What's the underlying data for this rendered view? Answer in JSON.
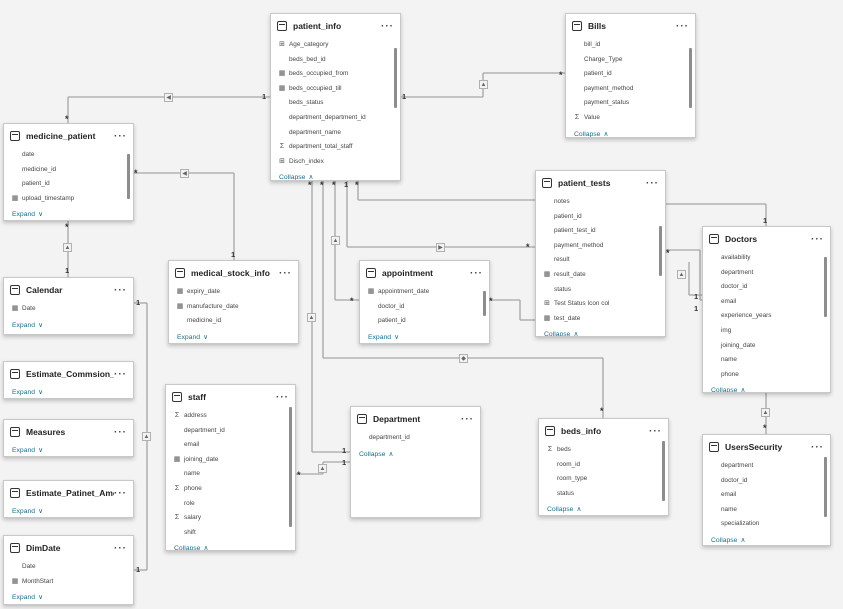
{
  "tables": [
    {
      "id": "patient_info",
      "title": "patient_info",
      "fields": [
        {
          "icon": "calc",
          "name": "Age_category"
        },
        {
          "icon": "",
          "name": "beds_bed_id"
        },
        {
          "icon": "calendar",
          "name": "beds_occupied_from"
        },
        {
          "icon": "calendar",
          "name": "beds_occupied_till"
        },
        {
          "icon": "",
          "name": "beds_status"
        },
        {
          "icon": "",
          "name": "department_department_id"
        },
        {
          "icon": "",
          "name": "department_name"
        },
        {
          "icon": "sigma",
          "name": "department_total_staff"
        },
        {
          "icon": "calc",
          "name": "Disch_index"
        }
      ],
      "footer": "Collapse",
      "footer_chev": "^"
    },
    {
      "id": "bills",
      "title": "Bills",
      "fields": [
        {
          "icon": "",
          "name": "bill_id"
        },
        {
          "icon": "",
          "name": "Charge_Type"
        },
        {
          "icon": "",
          "name": "patient_id"
        },
        {
          "icon": "",
          "name": "payment_method"
        },
        {
          "icon": "",
          "name": "payment_status"
        },
        {
          "icon": "sigma",
          "name": "Value"
        }
      ],
      "footer": "Collapse",
      "footer_chev": "^"
    },
    {
      "id": "medicine_patient",
      "title": "medicine_patient",
      "fields": [
        {
          "icon": "",
          "name": "date"
        },
        {
          "icon": "",
          "name": "medicine_id"
        },
        {
          "icon": "",
          "name": "patient_id"
        },
        {
          "icon": "calendar",
          "name": "upload_timestamp"
        }
      ],
      "footer": "Expand",
      "footer_chev": "v"
    },
    {
      "id": "patient_tests",
      "title": "patient_tests",
      "fields": [
        {
          "icon": "",
          "name": "notes"
        },
        {
          "icon": "",
          "name": "patient_id"
        },
        {
          "icon": "",
          "name": "patient_test_id"
        },
        {
          "icon": "",
          "name": "payment_method"
        },
        {
          "icon": "",
          "name": "result"
        },
        {
          "icon": "calendar",
          "name": "result_date"
        },
        {
          "icon": "",
          "name": "status"
        },
        {
          "icon": "calc",
          "name": "Test Status Icon col"
        },
        {
          "icon": "calendar",
          "name": "test_date"
        }
      ],
      "footer": "Collapse",
      "footer_chev": "^"
    },
    {
      "id": "doctors",
      "title": "Doctors",
      "fields": [
        {
          "icon": "",
          "name": "availability"
        },
        {
          "icon": "",
          "name": "department"
        },
        {
          "icon": "",
          "name": "doctor_id"
        },
        {
          "icon": "",
          "name": "email"
        },
        {
          "icon": "",
          "name": "experience_years"
        },
        {
          "icon": "",
          "name": "img"
        },
        {
          "icon": "",
          "name": "joining_date"
        },
        {
          "icon": "",
          "name": "name"
        },
        {
          "icon": "",
          "name": "phone"
        }
      ],
      "footer": "Collapse",
      "footer_chev": "^"
    },
    {
      "id": "calendar",
      "title": "Calendar",
      "fields": [
        {
          "icon": "calendar",
          "name": "Date"
        }
      ],
      "footer": "Expand",
      "footer_chev": "v"
    },
    {
      "id": "medical_stock_info",
      "title": "medical_stock_info",
      "fields": [
        {
          "icon": "calendar",
          "name": "expiry_date"
        },
        {
          "icon": "calendar",
          "name": "manufacture_date"
        },
        {
          "icon": "",
          "name": "medicine_id"
        }
      ],
      "footer": "Expand",
      "footer_chev": "v"
    },
    {
      "id": "appointment",
      "title": "appointment",
      "fields": [
        {
          "icon": "calendar",
          "name": "appointment_date"
        },
        {
          "icon": "",
          "name": "doctor_id"
        },
        {
          "icon": "",
          "name": "patient_id"
        }
      ],
      "footer": "Expand",
      "footer_chev": "v"
    },
    {
      "id": "estimate_commsion_rate",
      "title": "Estimate_Commsion_Rate",
      "fields": [],
      "footer": "Expand",
      "footer_chev": "v"
    },
    {
      "id": "measures",
      "title": "Measures",
      "fields": [],
      "footer": "Expand",
      "footer_chev": "v"
    },
    {
      "id": "staff",
      "title": "staff",
      "fields": [
        {
          "icon": "sigma",
          "name": "address"
        },
        {
          "icon": "",
          "name": "department_id"
        },
        {
          "icon": "",
          "name": "email"
        },
        {
          "icon": "calendar",
          "name": "joining_date"
        },
        {
          "icon": "",
          "name": "name"
        },
        {
          "icon": "sigma",
          "name": "phone"
        },
        {
          "icon": "",
          "name": "role"
        },
        {
          "icon": "sigma",
          "name": "salary"
        },
        {
          "icon": "",
          "name": "shift"
        }
      ],
      "footer": "Collapse",
      "footer_chev": "^"
    },
    {
      "id": "department",
      "title": "Department",
      "fields": [
        {
          "icon": "",
          "name": "department_id"
        }
      ],
      "footer": "Collapse",
      "footer_chev": "^"
    },
    {
      "id": "beds_info",
      "title": "beds_info",
      "fields": [
        {
          "icon": "sigma",
          "name": "beds"
        },
        {
          "icon": "",
          "name": "room_id"
        },
        {
          "icon": "",
          "name": "room_type"
        },
        {
          "icon": "",
          "name": "status"
        }
      ],
      "footer": "Collapse",
      "footer_chev": "^"
    },
    {
      "id": "users_security",
      "title": "UsersSecurity",
      "fields": [
        {
          "icon": "",
          "name": "department"
        },
        {
          "icon": "",
          "name": "doctor_id"
        },
        {
          "icon": "",
          "name": "email"
        },
        {
          "icon": "",
          "name": "name"
        },
        {
          "icon": "",
          "name": "specialization"
        }
      ],
      "footer": "Collapse",
      "footer_chev": "^"
    },
    {
      "id": "estimate_patinet_amount",
      "title": "Estimate_Patinet_Amount",
      "fields": [],
      "footer": "Expand",
      "footer_chev": "v"
    },
    {
      "id": "dimdate",
      "title": "DimDate",
      "fields": [
        {
          "icon": "",
          "name": "Date"
        },
        {
          "icon": "calendar",
          "name": "MonthStart"
        }
      ],
      "footer": "Expand",
      "footer_chev": "v"
    }
  ],
  "cardinality": {
    "one": "1",
    "many": "*"
  },
  "icons": {
    "calc": "calc-icon",
    "calendar": "calendar-icon",
    "sigma": "sigma-icon",
    "table": "table-icon"
  },
  "colors": {
    "canvas": "#f3f3f3",
    "link": "#1b6e8a",
    "line": "#a6a6a6"
  }
}
